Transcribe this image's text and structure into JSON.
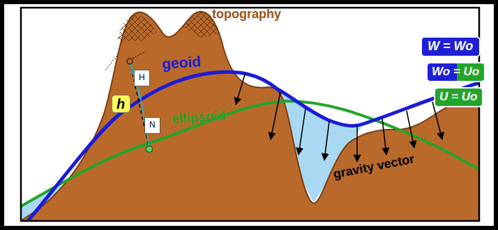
{
  "diagram": {
    "nodes": [
      {
        "text": [
          "H"
        ]
      },
      {
        "text": [
          "h"
        ]
      },
      {
        "text": [
          "N"
        ]
      },
      {
        "text": [
          "W = Wo"
        ]
      },
      {
        "text": [
          "Wo = Uo"
        ]
      },
      {
        "text": [
          "U = Uo"
        ]
      }
    ],
    "labels": [
      "topography",
      "geoid",
      "ellipsoid",
      "gravity vector"
    ]
  }
}
